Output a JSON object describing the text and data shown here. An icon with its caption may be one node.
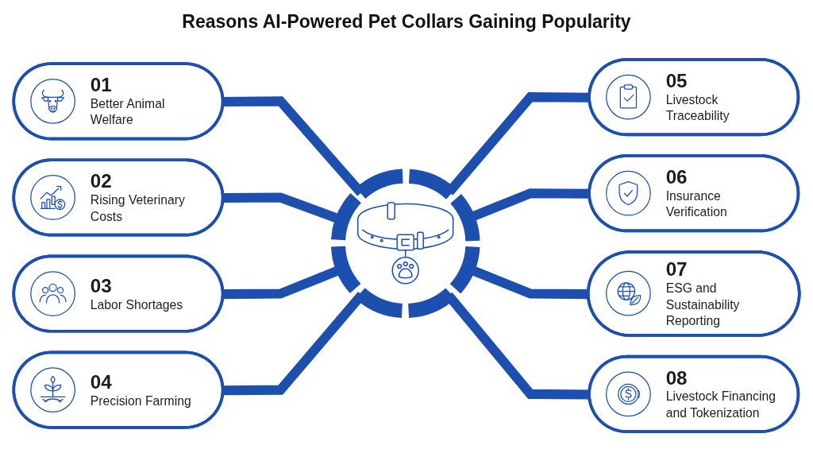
{
  "diagram": {
    "title": "Reasons AI-Powered Pet Collars Gaining Popularity",
    "nodes": [
      {
        "text": [
          "01",
          "Better Animal Welfare"
        ]
      },
      {
        "text": [
          "02",
          "Rising Veterinary Costs"
        ]
      },
      {
        "text": [
          "03",
          "Labor Shortages"
        ]
      },
      {
        "text": [
          "04",
          "Precision Farming"
        ]
      },
      {
        "text": [],
        "shape": "circle"
      },
      {
        "text": [
          "05",
          "Livestock Traceability"
        ]
      },
      {
        "text": [
          "06",
          "Insurance Verification"
        ]
      },
      {
        "text": [
          "07",
          "ESG and Sustainability Reporting"
        ]
      },
      {
        "text": [
          "08",
          "Livestock Financing and Tokenization"
        ]
      }
    ],
    "edges": [
      {
        "from": 0,
        "to": 4,
        "arrow": "none"
      },
      {
        "from": 1,
        "to": 4,
        "arrow": "none"
      },
      {
        "from": 2,
        "to": 4,
        "arrow": "none"
      },
      {
        "from": 3,
        "to": 4,
        "arrow": "none"
      },
      {
        "from": 4,
        "to": 5,
        "arrow": "none"
      },
      {
        "from": 4,
        "to": 6,
        "arrow": "none"
      },
      {
        "from": 4,
        "to": 7,
        "arrow": "none"
      },
      {
        "from": 4,
        "to": 8,
        "arrow": "none"
      }
    ]
  }
}
